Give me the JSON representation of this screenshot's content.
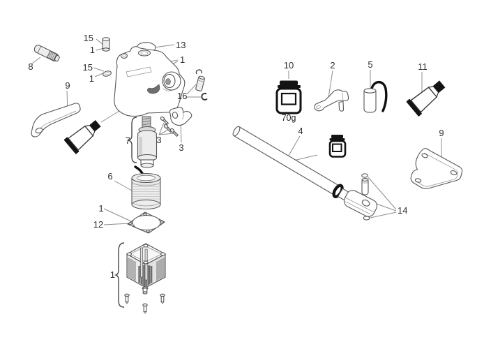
{
  "figure": {
    "kind": "exploded-parts-diagram",
    "background": "#ffffff",
    "line_color": "#555555",
    "leader_color": "#8c8c8c",
    "label_color": "#2e2e2e",
    "labels": {
      "pin15_top": "15",
      "pin1_top": "1",
      "cap13": "13",
      "pin8": "8",
      "washer15": "15",
      "washer1": "1",
      "housing1": "1",
      "bracket9_left": "9",
      "fasteners16": "16",
      "pump7": "7",
      "screws3": "3",
      "clamp3": "3",
      "coil6": "6",
      "gasket1": "1",
      "gasket12": "12",
      "motor1": "1",
      "grease10": "10",
      "lever2": "2",
      "capacitor5": "5",
      "glue11": "11",
      "shaft4": "4",
      "bracket9_right": "9",
      "pin14": "14",
      "grease_weight": "70g"
    }
  }
}
